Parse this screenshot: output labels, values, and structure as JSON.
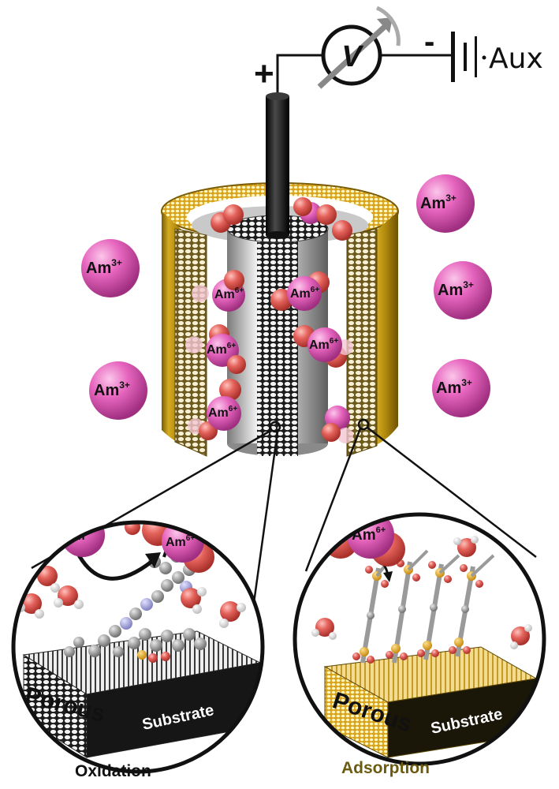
{
  "circuit": {
    "voltmeter_symbol": "V",
    "plus_sign": "+",
    "minus_sign": "-",
    "aux_label": "Aux"
  },
  "ions": {
    "am3": {
      "base": "Am",
      "charge": "3+"
    },
    "am6": {
      "base": "Am",
      "charge": "6+"
    }
  },
  "insets": {
    "oxidation": {
      "caption": "Oxidation",
      "slab_label_1": "Porous",
      "slab_label_2": "Substrate"
    },
    "adsorption": {
      "caption": "Adsorption",
      "slab_label_1": "Porous",
      "slab_label_2": "Substrate"
    }
  },
  "colors": {
    "am3_sphere": "#e05db3",
    "red_sphere": "#d9534f",
    "gold_cylinder": "#b8900e",
    "electrode": "#1a1a1a",
    "adsorption_caption": "#6b5a10"
  }
}
